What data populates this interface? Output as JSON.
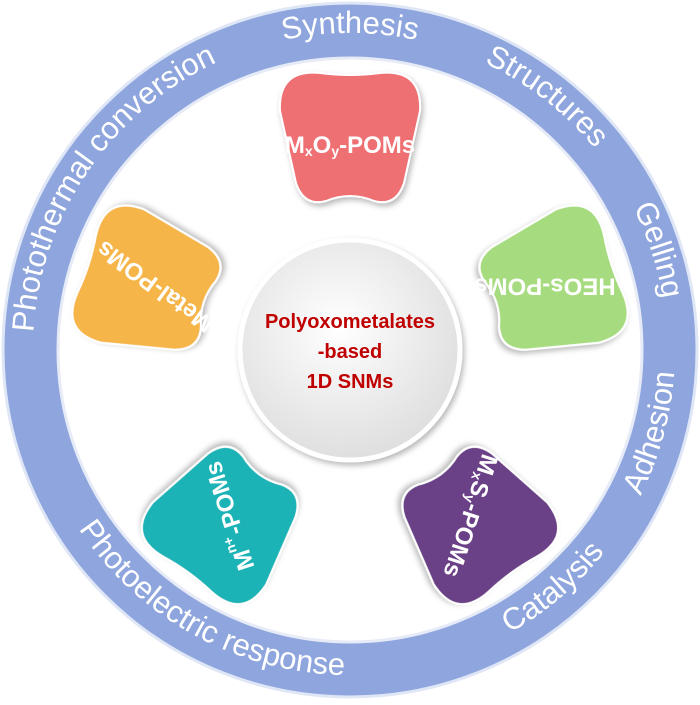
{
  "diagram": {
    "center": {
      "lines": [
        "Polyoxometalates",
        "-based",
        "1D SNMs"
      ]
    },
    "ring_labels": [
      {
        "text": "Synthesis"
      },
      {
        "text": "Structures"
      },
      {
        "text": "Gelling"
      },
      {
        "text": "Adhesion"
      },
      {
        "text": "Catalysis"
      },
      {
        "text": "Photoelectric response"
      },
      {
        "text": "Photothermal conversion"
      }
    ],
    "petals": [
      {
        "label": "MxOy-POMs",
        "color": "#ee6f73",
        "parts": [
          {
            "t": "M"
          },
          {
            "t": "x",
            "sub": true
          },
          {
            "t": "O"
          },
          {
            "t": "y",
            "sub": true
          },
          {
            "t": "-POMs"
          }
        ]
      },
      {
        "label": "HEOs-POMs",
        "color": "#a6dc7f",
        "parts": [
          {
            "t": "HEOs-POMs"
          }
        ]
      },
      {
        "label": "MxSy-POMs",
        "color": "#6a3f86",
        "parts": [
          {
            "t": "M"
          },
          {
            "t": "x",
            "sub": true
          },
          {
            "t": "S"
          },
          {
            "t": "y",
            "sub": true
          },
          {
            "t": "-POMs"
          }
        ]
      },
      {
        "label": "Mn+-POMs",
        "color": "#1fb3b6",
        "parts": [
          {
            "t": "M"
          },
          {
            "t": "n+",
            "sup": true
          },
          {
            "t": "-POMs"
          }
        ]
      },
      {
        "label": "Metal-POMs",
        "color": "#f6b54a",
        "parts": [
          {
            "t": "Metal-POMs"
          }
        ]
      }
    ],
    "colors": {
      "outer_ring": "#8ea5dd",
      "ring_border": "#dfe6f6",
      "inner_disc": "#ffffff",
      "center_disc": "#f1f1f1",
      "center_text": "#c00000"
    }
  }
}
